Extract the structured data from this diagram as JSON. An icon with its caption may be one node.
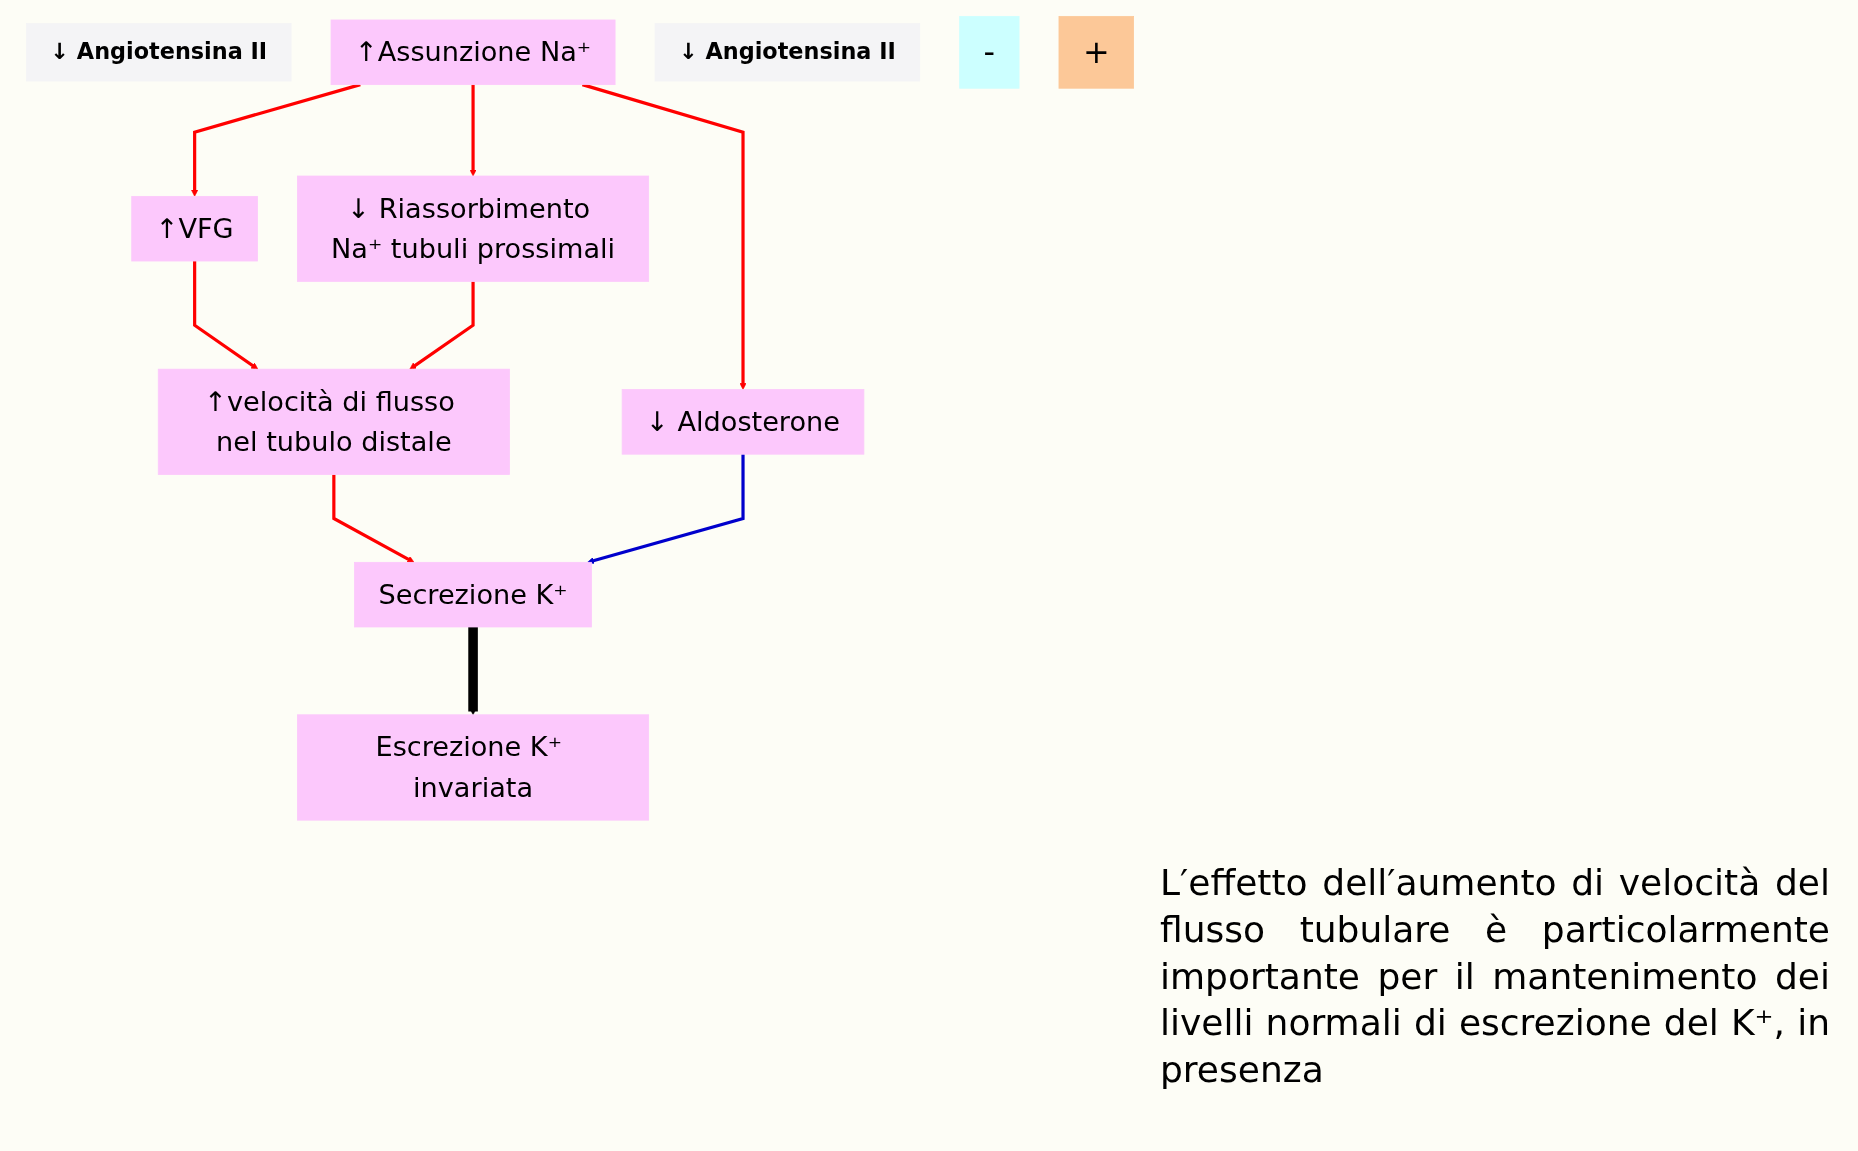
{
  "diagram": {
    "nodes": [
      {
        "text": [
          "↓ Angiotensina II"
        ]
      },
      {
        "text": [
          "↑Assunzione Na⁺"
        ]
      },
      {
        "text": [
          "↓ Angiotensina II"
        ]
      },
      {
        "text": [
          "↓ Aldosterone"
        ]
      },
      {
        "text": [
          "↑VFG"
        ]
      },
      {
        "text": [
          "↓ Riassorbimento Na⁺ tubuli prossimali"
        ]
      },
      {
        "text": [
          "↑velocità di flusso nel tubulo distale"
        ]
      },
      {
        "text": [
          "-"
        ]
      },
      {
        "text": [
          "+"
        ]
      },
      {
        "text": [
          "Secrezione K⁺"
        ]
      },
      {
        "text": [
          "Escrezione K⁺ invariata"
        ]
      }
    ],
    "edges": [
      {
        "from": 1,
        "to": 3,
        "arrow": "to"
      },
      {
        "from": 1,
        "to": 4,
        "arrow": "to"
      },
      {
        "from": 1,
        "to": 5,
        "arrow": "to"
      },
      {
        "from": 4,
        "to": 6,
        "arrow": "to"
      },
      {
        "from": 5,
        "to": 6,
        "arrow": "to"
      },
      {
        "from": 6,
        "to": 9,
        "arrow": "to"
      },
      {
        "from": 3,
        "to": 9,
        "arrow": "to",
        "color": "#0000cc"
      },
      {
        "from": 9,
        "to": 10,
        "arrow": "to",
        "style": "thick",
        "color": "#000000"
      }
    ],
    "labels": [
      "L′effetto dell′aumento di velocità del flusso tubulare è particolarmente importante per il mantenimento dei livelli normali di escrezione del K⁺, in presenza"
    ]
  }
}
